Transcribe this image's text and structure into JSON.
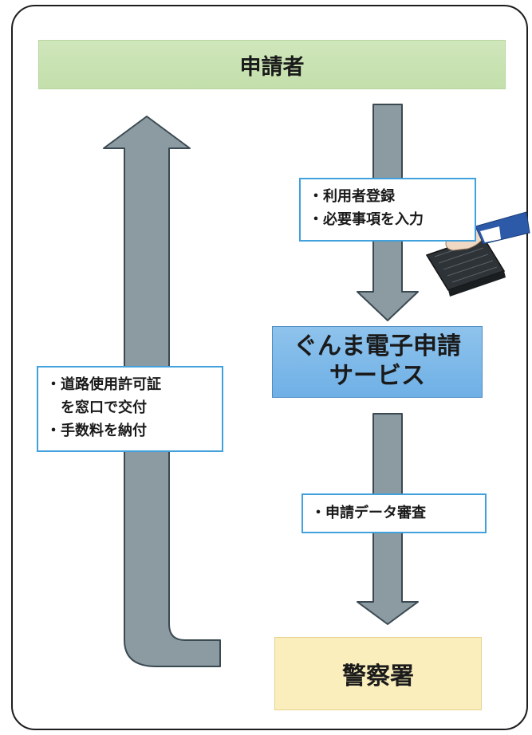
{
  "diagram": {
    "applicant": "申請者",
    "gunma_service_line1": "ぐんま電子申請",
    "gunma_service_line2": "サービス",
    "police": "警察署",
    "note_register": {
      "line1": "・利用者登録",
      "line2": "・必要事項を入力"
    },
    "note_review": {
      "line1": "・申請データ審査"
    },
    "note_deliver": {
      "line1": "・道路使用許可証",
      "line2": "　を窓口で交付",
      "line3": "・手数料を納付"
    },
    "arrow_color": "#8c9ba2",
    "arrow_outline": "#3b4a52"
  }
}
